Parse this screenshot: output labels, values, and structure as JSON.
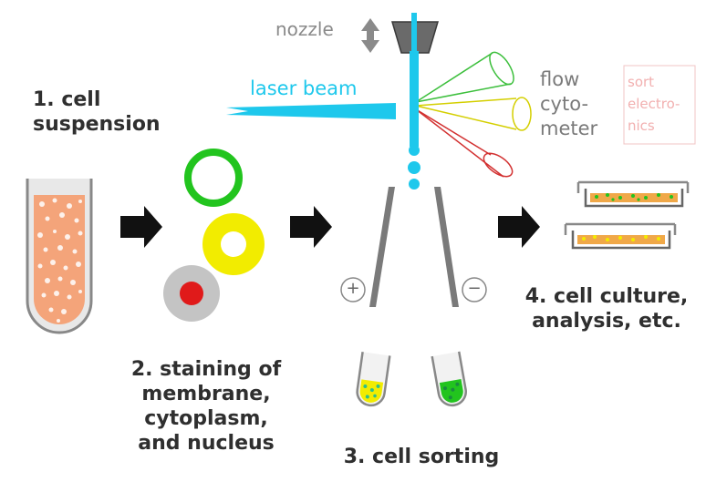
{
  "labels": {
    "step1": [
      "1. cell",
      "suspension"
    ],
    "step2": [
      "2. staining of",
      "membrane,",
      "cytoplasm,",
      "and nucleus"
    ],
    "step3": "3. cell sorting",
    "step4": [
      "4. cell culture,",
      "analysis, etc."
    ],
    "nozzle": "nozzle",
    "laser": "laser beam",
    "flow": [
      "flow",
      "cyto-",
      "meter"
    ],
    "sort": [
      "sort",
      "electro-",
      "nics"
    ],
    "plus": "+",
    "minus": "−"
  },
  "colors": {
    "text": "#2f2f2f",
    "gray_label": "#8a8a8a",
    "laser": "#1ec8ec",
    "arrow": "#111111",
    "suspension": "#f4a47a",
    "green": "#22c41e",
    "yellow": "#f2ec00",
    "red": "#e01a1a",
    "sort_label": "#f2b0b0",
    "plate_cells": "#f0a848"
  },
  "icons": [
    "nozzle-icon",
    "up-down-arrow-icon",
    "test-tube-icon",
    "right-arrow-icon",
    "petri-dish-icon"
  ]
}
